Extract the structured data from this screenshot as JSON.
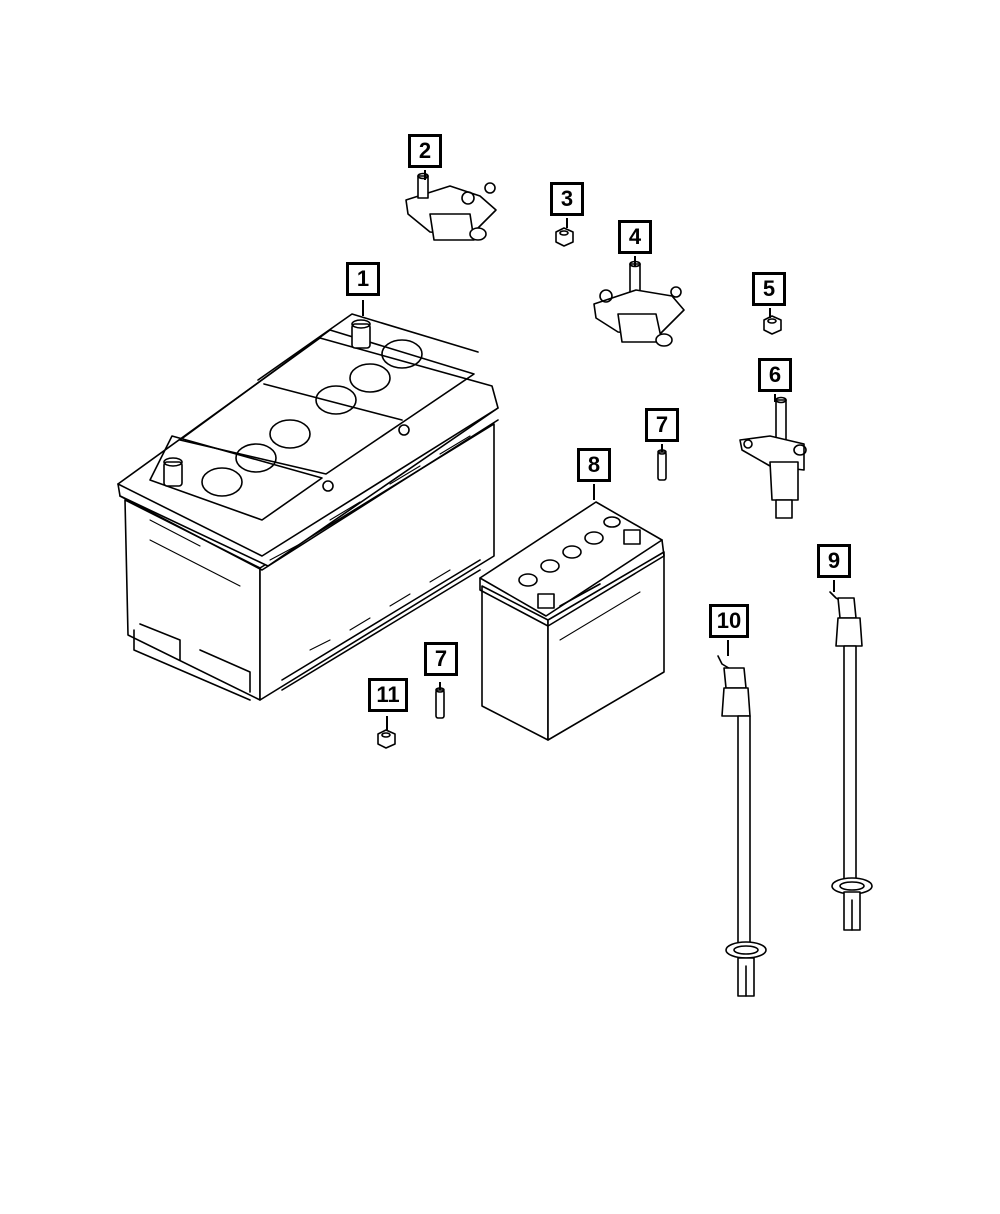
{
  "callouts": [
    {
      "id": "c1",
      "label": "1"
    },
    {
      "id": "c2",
      "label": "2"
    },
    {
      "id": "c3",
      "label": "3"
    },
    {
      "id": "c4",
      "label": "4"
    },
    {
      "id": "c5",
      "label": "5"
    },
    {
      "id": "c6",
      "label": "6"
    },
    {
      "id": "c7a",
      "label": "7"
    },
    {
      "id": "c7b",
      "label": "7"
    },
    {
      "id": "c8",
      "label": "8"
    },
    {
      "id": "c9",
      "label": "9"
    },
    {
      "id": "c10",
      "label": "10"
    },
    {
      "id": "c11",
      "label": "11"
    }
  ]
}
